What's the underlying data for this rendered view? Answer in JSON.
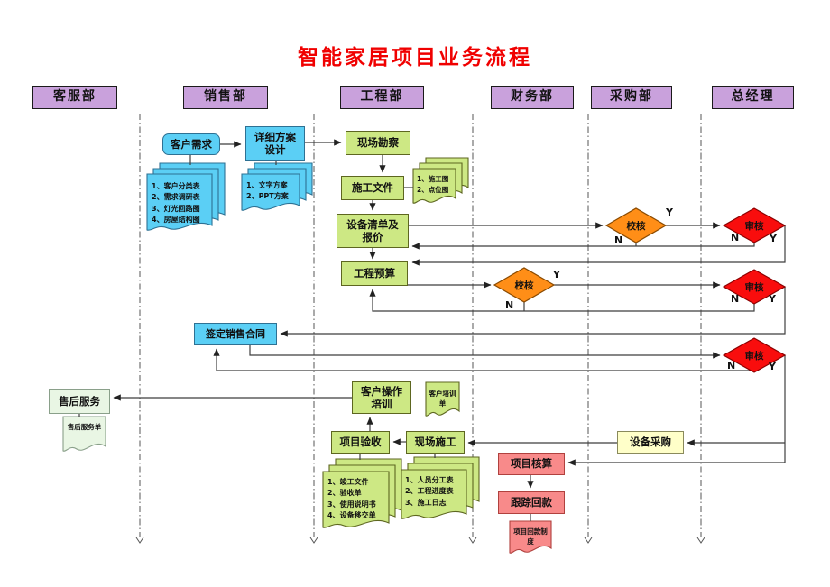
{
  "title": "智能家居项目业务流程",
  "labels": {
    "yes": "Y",
    "no": "N"
  },
  "lanes": {
    "labels": [
      "客服部",
      "销售部",
      "工程部",
      "财务部",
      "采购部",
      "总经理"
    ]
  },
  "nodes": {
    "customer_need": "客户需求",
    "detail_design": "详细方案设计",
    "site_survey": "现场勘察",
    "construction_file": "施工文件",
    "device_quote": "设备清单及报价",
    "budget": "工程预算",
    "sign_contract": "签定销售合同",
    "training": "客户操作培训",
    "after_sales": "售后服务",
    "acceptance": "项目验收",
    "construction": "现场施工",
    "procurement": "设备采购",
    "accounting": "项目核算",
    "payment": "跟踪回款",
    "check": "校核",
    "review": "审核"
  },
  "documents": {
    "customer_docs": [
      "1、客户分类表",
      "2、需求调研表",
      "3、灯光回路图",
      "4、房屋结构图"
    ],
    "plan_docs": [
      "1、文字方案",
      "2、PPT方案"
    ],
    "construction_docs": [
      "1、施工图",
      "2、点位图"
    ],
    "training_doc": "客户培训单",
    "after_sales_doc": "售后服务单",
    "acceptance_docs": [
      "1、竣工文件",
      "2、验收单",
      "3、使用说明书",
      "4、设备移交单"
    ],
    "site_docs": [
      "1、人员分工表",
      "2、工程进度表",
      "3、施工日志"
    ],
    "payment_doc": "项目回款制度"
  }
}
